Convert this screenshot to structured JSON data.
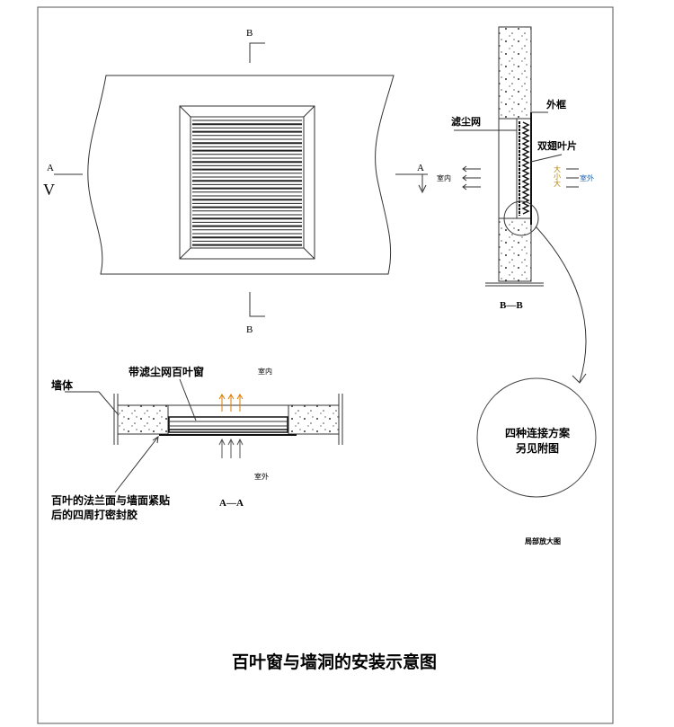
{
  "front_view": {
    "section_a_left": "A",
    "section_a_right": "A",
    "section_b_top": "B",
    "section_b_bottom": "B",
    "arrow_v": "V"
  },
  "section_bb": {
    "outer_frame": "外框",
    "dust_filter": "滤尘网",
    "blades": "双翅叶片",
    "indoor": "室内",
    "outdoor": "室外",
    "wind_scale": "大小大",
    "caption": "B—B"
  },
  "section_aa": {
    "louver_label": "带滤尘网百叶窗",
    "wall_label": "墙体",
    "indoor": "室内",
    "outdoor": "室外",
    "note_line1": "百叶的法兰面与墙面紧贴",
    "note_line2": "后的四周打密封胶",
    "caption": "A—A"
  },
  "detail": {
    "line1": "四种连接方案",
    "line2": "另见附图",
    "caption": "局部放大图"
  },
  "title": "百叶窗与墙洞的安装示意图"
}
